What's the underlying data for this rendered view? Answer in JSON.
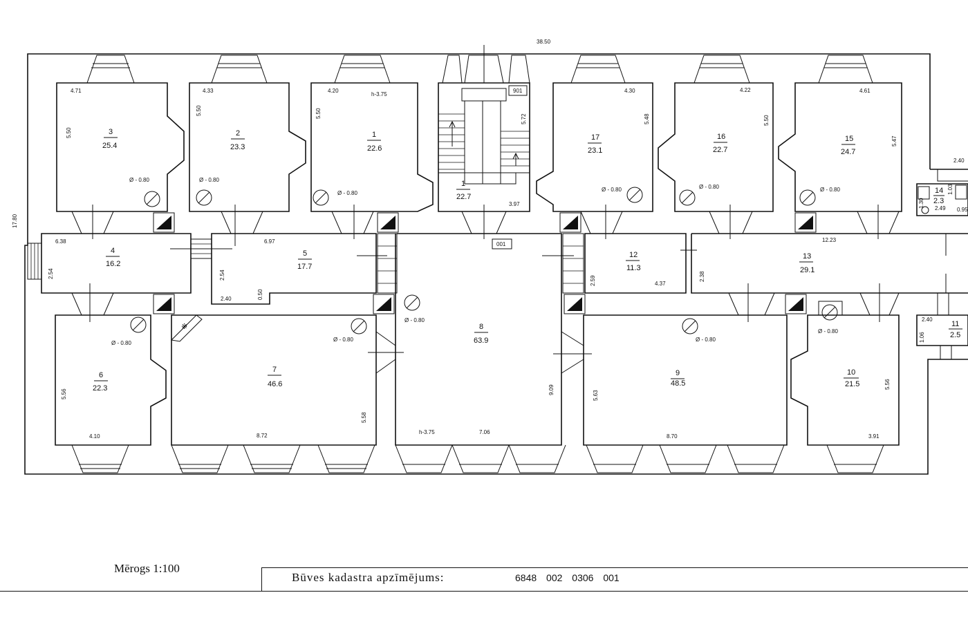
{
  "plan": {
    "overall_width": "38.50",
    "overall_depth": "17.80",
    "rooms": [
      {
        "id": "r3",
        "number": "3",
        "area": "25.4"
      },
      {
        "id": "r2",
        "number": "2",
        "area": "23.3"
      },
      {
        "id": "r1",
        "number": "1",
        "area": "22.6"
      },
      {
        "id": "stair",
        "number": "1",
        "area": "22.7"
      },
      {
        "id": "r17",
        "number": "17",
        "area": "23.1"
      },
      {
        "id": "r16",
        "number": "16",
        "area": "22.7"
      },
      {
        "id": "r15",
        "number": "15",
        "area": "24.7"
      },
      {
        "id": "r14",
        "number": "14",
        "area": "2.3"
      },
      {
        "id": "r4",
        "number": "4",
        "area": "16.2"
      },
      {
        "id": "r5",
        "number": "5",
        "area": "17.7"
      },
      {
        "id": "r12",
        "number": "12",
        "area": "11.3"
      },
      {
        "id": "r13",
        "number": "13",
        "area": "29.1"
      },
      {
        "id": "r11",
        "number": "11",
        "area": "2.5"
      },
      {
        "id": "r6",
        "number": "6",
        "area": "22.3"
      },
      {
        "id": "r7",
        "number": "7",
        "area": "46.6"
      },
      {
        "id": "r8",
        "number": "8",
        "area": "63.9"
      },
      {
        "id": "r9",
        "number": "9",
        "area": "48.5"
      },
      {
        "id": "r10",
        "number": "10",
        "area": "21.5"
      }
    ],
    "dimensions": [
      "4.71",
      "5.50",
      "4.33",
      "5.50",
      "4.20",
      "h-3.75",
      "5.50",
      "5.72",
      "3.97",
      "4.30",
      "5.48",
      "4.22",
      "5.50",
      "4.61",
      "5.47",
      "2.40",
      "1.03",
      "1.30",
      "2.49",
      "0.95",
      "6.38",
      "2.54",
      "6.97",
      "2.54",
      "2.40",
      "0.50",
      "2.59",
      "4.37",
      "12.23",
      "2.38",
      "5.56",
      "4.10",
      "8.72",
      "5.58",
      "h-3.75",
      "7.06",
      "9.09",
      "5.63",
      "8.70",
      "5.56",
      "3.91",
      "2.40",
      "1.06"
    ],
    "stove_label": "Ø - 0.80",
    "tags": [
      "901",
      "001"
    ]
  },
  "footer": {
    "scale": "Mērogs 1:100",
    "cadastre_label": "Būves kadastra apzīmējums:",
    "cadastre_code": "6848  002  0306  001"
  }
}
